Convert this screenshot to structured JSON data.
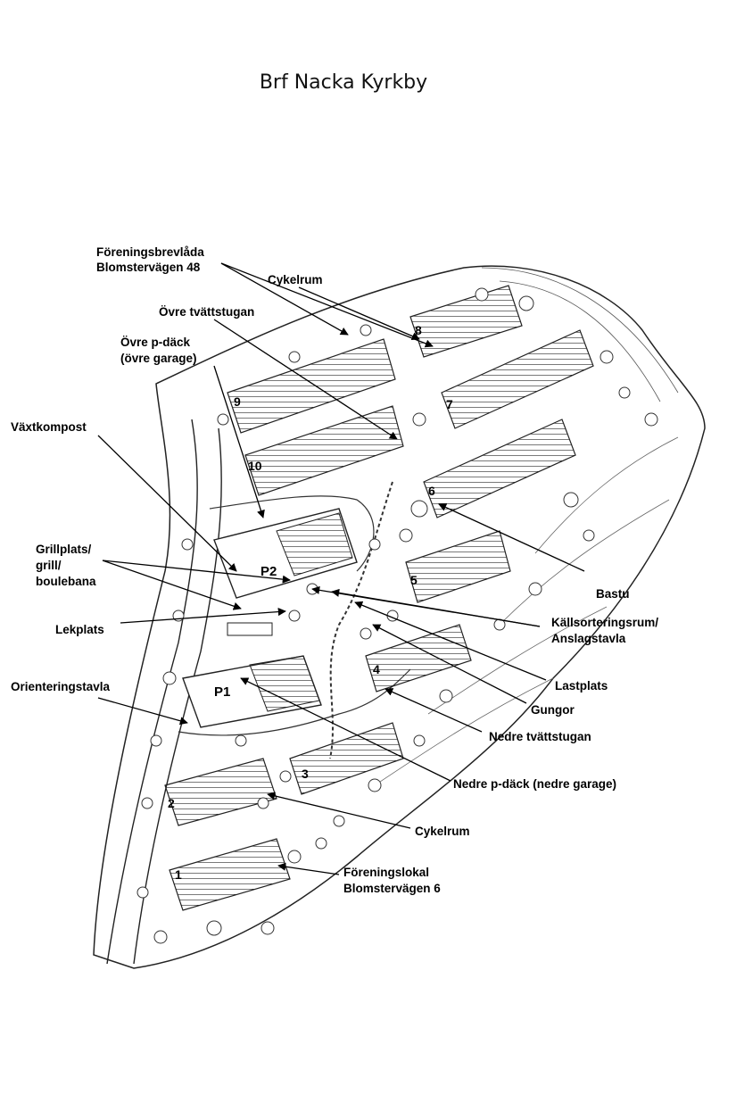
{
  "title": "Brf Nacka Kyrkby",
  "labels": {
    "foreningsbrevlada_1": "Föreningsbrevlåda",
    "foreningsbrevlada_2": "Blomstervägen 48",
    "cykelrum_upper": "Cykelrum",
    "ovre_tvattstugan": "Övre tvättstugan",
    "ovre_pdack_1": "Övre p-däck",
    "ovre_pdack_2": "(övre garage)",
    "vaxtkompost": "Växtkompost",
    "grillplats_1": "Grillplats/",
    "grillplats_2": "grill/",
    "grillplats_3": "boulebana",
    "lekplats": "Lekplats",
    "orienteringstavla": "Orienteringstavla",
    "bastu": "Bastu",
    "kallsortering_1": "Källsorteringsrum/",
    "kallsortering_2": "Anslagstavla",
    "lastplats": "Lastplats",
    "gungor": "Gungor",
    "nedre_tvattstugan": "Nedre tvättstugan",
    "nedre_pdack": "Nedre p-däck (nedre garage)",
    "cykelrum_lower": "Cykelrum",
    "foreningslokal_1": "Föreningslokal",
    "foreningslokal_2": "Blomstervägen 6"
  },
  "buildings": [
    "1",
    "2",
    "3",
    "4",
    "5",
    "6",
    "7",
    "8",
    "9",
    "10"
  ],
  "parking": [
    "P1",
    "P2"
  ]
}
